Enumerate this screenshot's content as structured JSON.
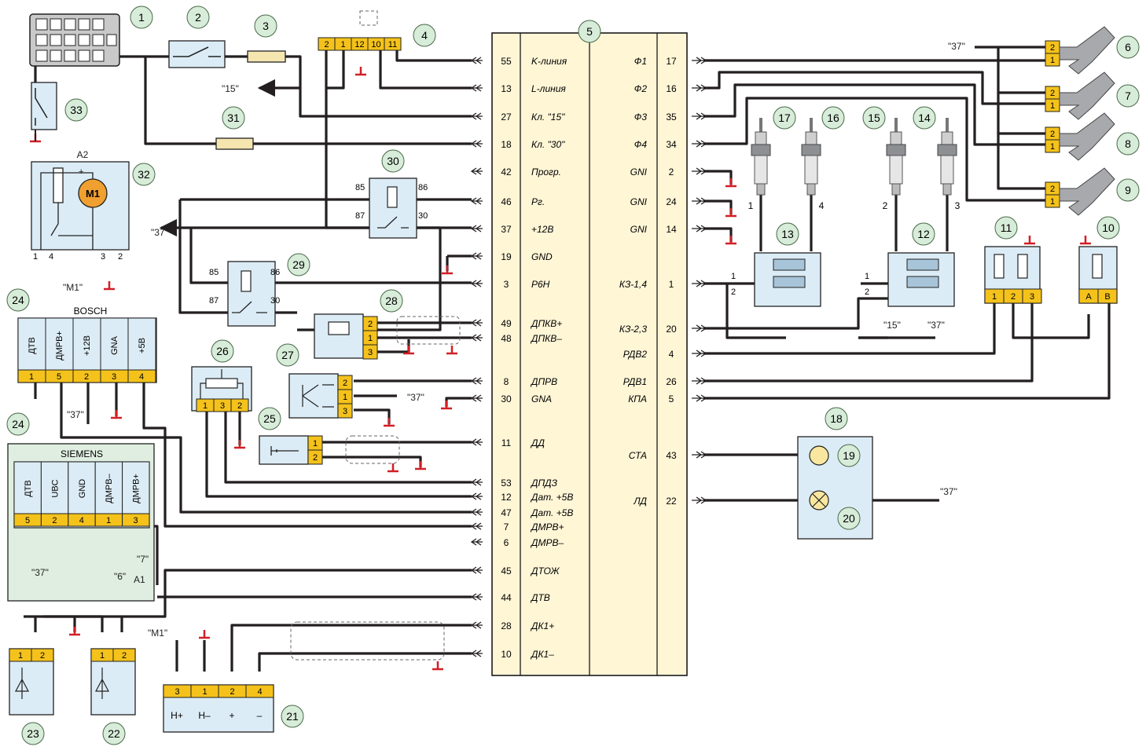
{
  "colors": {
    "wire": "#231f20",
    "block_fill": "#dcecf6",
    "block_stroke": "#1a1a1a",
    "pin_fill": "#f4c21b",
    "ecu_fill": "#fff6d6",
    "callout_fill": "#d7ecd9",
    "callout_stroke": "#4a6a4a",
    "ground": "#d11f26",
    "fuse": "#f5e6b0",
    "siemens_fill": "#dfeee0"
  },
  "ecu": {
    "callout": "5",
    "left_rows": [
      {
        "pin": "55",
        "label": "K-линия"
      },
      {
        "pin": "13",
        "label": "L-линия"
      },
      {
        "pin": "27",
        "label": "Кл. \"15\""
      },
      {
        "pin": "18",
        "label": "Кл. \"30\""
      },
      {
        "pin": "42",
        "label": "Прогр."
      },
      {
        "pin": "46",
        "label": "Рг."
      },
      {
        "pin": "37",
        "label": "+12В"
      },
      {
        "pin": "19",
        "label": "GND"
      },
      {
        "pin": "3",
        "label": "Р6Н"
      },
      {
        "pin": "49",
        "label": "ДПКВ+"
      },
      {
        "pin": "48",
        "label": "ДПКВ–"
      },
      {
        "pin": "8",
        "label": "ДПРВ"
      },
      {
        "pin": "30",
        "label": "GNA"
      },
      {
        "pin": "11",
        "label": "ДД"
      },
      {
        "pin": "53",
        "label": "ДПДЗ"
      },
      {
        "pin": "12",
        "label": "Дат. +5В"
      },
      {
        "pin": "47",
        "label": "Дат. +5В"
      },
      {
        "pin": "7",
        "label": "ДМРВ+"
      },
      {
        "pin": "6",
        "label": "ДМРВ–"
      },
      {
        "pin": "45",
        "label": "ДТОЖ"
      },
      {
        "pin": "44",
        "label": "ДТВ"
      },
      {
        "pin": "28",
        "label": "ДК1+"
      },
      {
        "pin": "10",
        "label": "ДК1–"
      }
    ],
    "right_rows": [
      {
        "pin": "17",
        "label": "Ф1"
      },
      {
        "pin": "16",
        "label": "Ф2"
      },
      {
        "pin": "35",
        "label": "Ф3"
      },
      {
        "pin": "34",
        "label": "Ф4"
      },
      {
        "pin": "2",
        "label": "GNI"
      },
      {
        "pin": "24",
        "label": "GNI"
      },
      {
        "pin": "14",
        "label": "GNI"
      },
      {
        "pin": "1",
        "label": "КЗ-1,4"
      },
      {
        "pin": "20",
        "label": "КЗ-2,3"
      },
      {
        "pin": "4",
        "label": "РДВ2"
      },
      {
        "pin": "26",
        "label": "РДВ1"
      },
      {
        "pin": "5",
        "label": "КПА"
      },
      {
        "pin": "43",
        "label": "СТА"
      },
      {
        "pin": "22",
        "label": "ЛД"
      }
    ]
  },
  "callouts": [
    "1",
    "2",
    "3",
    "4",
    "6",
    "7",
    "8",
    "9",
    "10",
    "11",
    "12",
    "13",
    "14",
    "15",
    "16",
    "17",
    "18",
    "19",
    "20",
    "21",
    "22",
    "23",
    "24",
    "24",
    "25",
    "26",
    "27",
    "28",
    "29",
    "30",
    "31",
    "32",
    "33"
  ],
  "diag_connector": {
    "pins": [
      "2",
      "1",
      "12",
      "10",
      "11"
    ]
  },
  "injector_pins": [
    "2",
    "1"
  ],
  "coil_pins": [
    "1",
    "2"
  ],
  "spark_plug_numbers": [
    "1",
    "4",
    "2",
    "3"
  ],
  "relay_pins": {
    "a": "85",
    "b": "86",
    "c": "87",
    "d": "30"
  },
  "motor": {
    "block_label": "A2",
    "motor_label": "M1",
    "plus": "+",
    "pins": [
      "1",
      "4",
      "3",
      "2"
    ]
  },
  "sensor_28_pins": [
    "2",
    "1",
    "3"
  ],
  "sensor_27_pins": [
    "2",
    "1",
    "3"
  ],
  "sensor_25_pins": [
    "1",
    "2"
  ],
  "sensor_26_pins": [
    "1",
    "3",
    "2"
  ],
  "sensor_11_pins": [
    "1",
    "2",
    "3"
  ],
  "sensor_10_pins": [
    "A",
    "B"
  ],
  "sensor_22_pins": [
    "1",
    "2"
  ],
  "sensor_23_pins": [
    "1",
    "2"
  ],
  "sensor_21": {
    "pins": [
      "3",
      "1",
      "2",
      "4"
    ],
    "labels": [
      "Н+",
      "Н–",
      "+",
      "–"
    ]
  },
  "bosch": {
    "title": "BOSCH",
    "columns": [
      "ДТВ",
      "ДМРВ+",
      "+12В",
      "GNA",
      "+5В"
    ],
    "pins": [
      "1",
      "5",
      "2",
      "3",
      "4"
    ]
  },
  "siemens": {
    "title": "SIEMENS",
    "columns": [
      "ДТВ",
      "UBC",
      "GND",
      "ДМРВ–",
      "ДМРВ+"
    ],
    "pins": [
      "5",
      "2",
      "4",
      "1",
      "3"
    ]
  },
  "refs": {
    "r15": "\"15\"",
    "r37": "\"37\"",
    "m1": "\"M1\"",
    "r6": "\"6\"",
    "r7": "\"7\"",
    "a1": "A1"
  }
}
